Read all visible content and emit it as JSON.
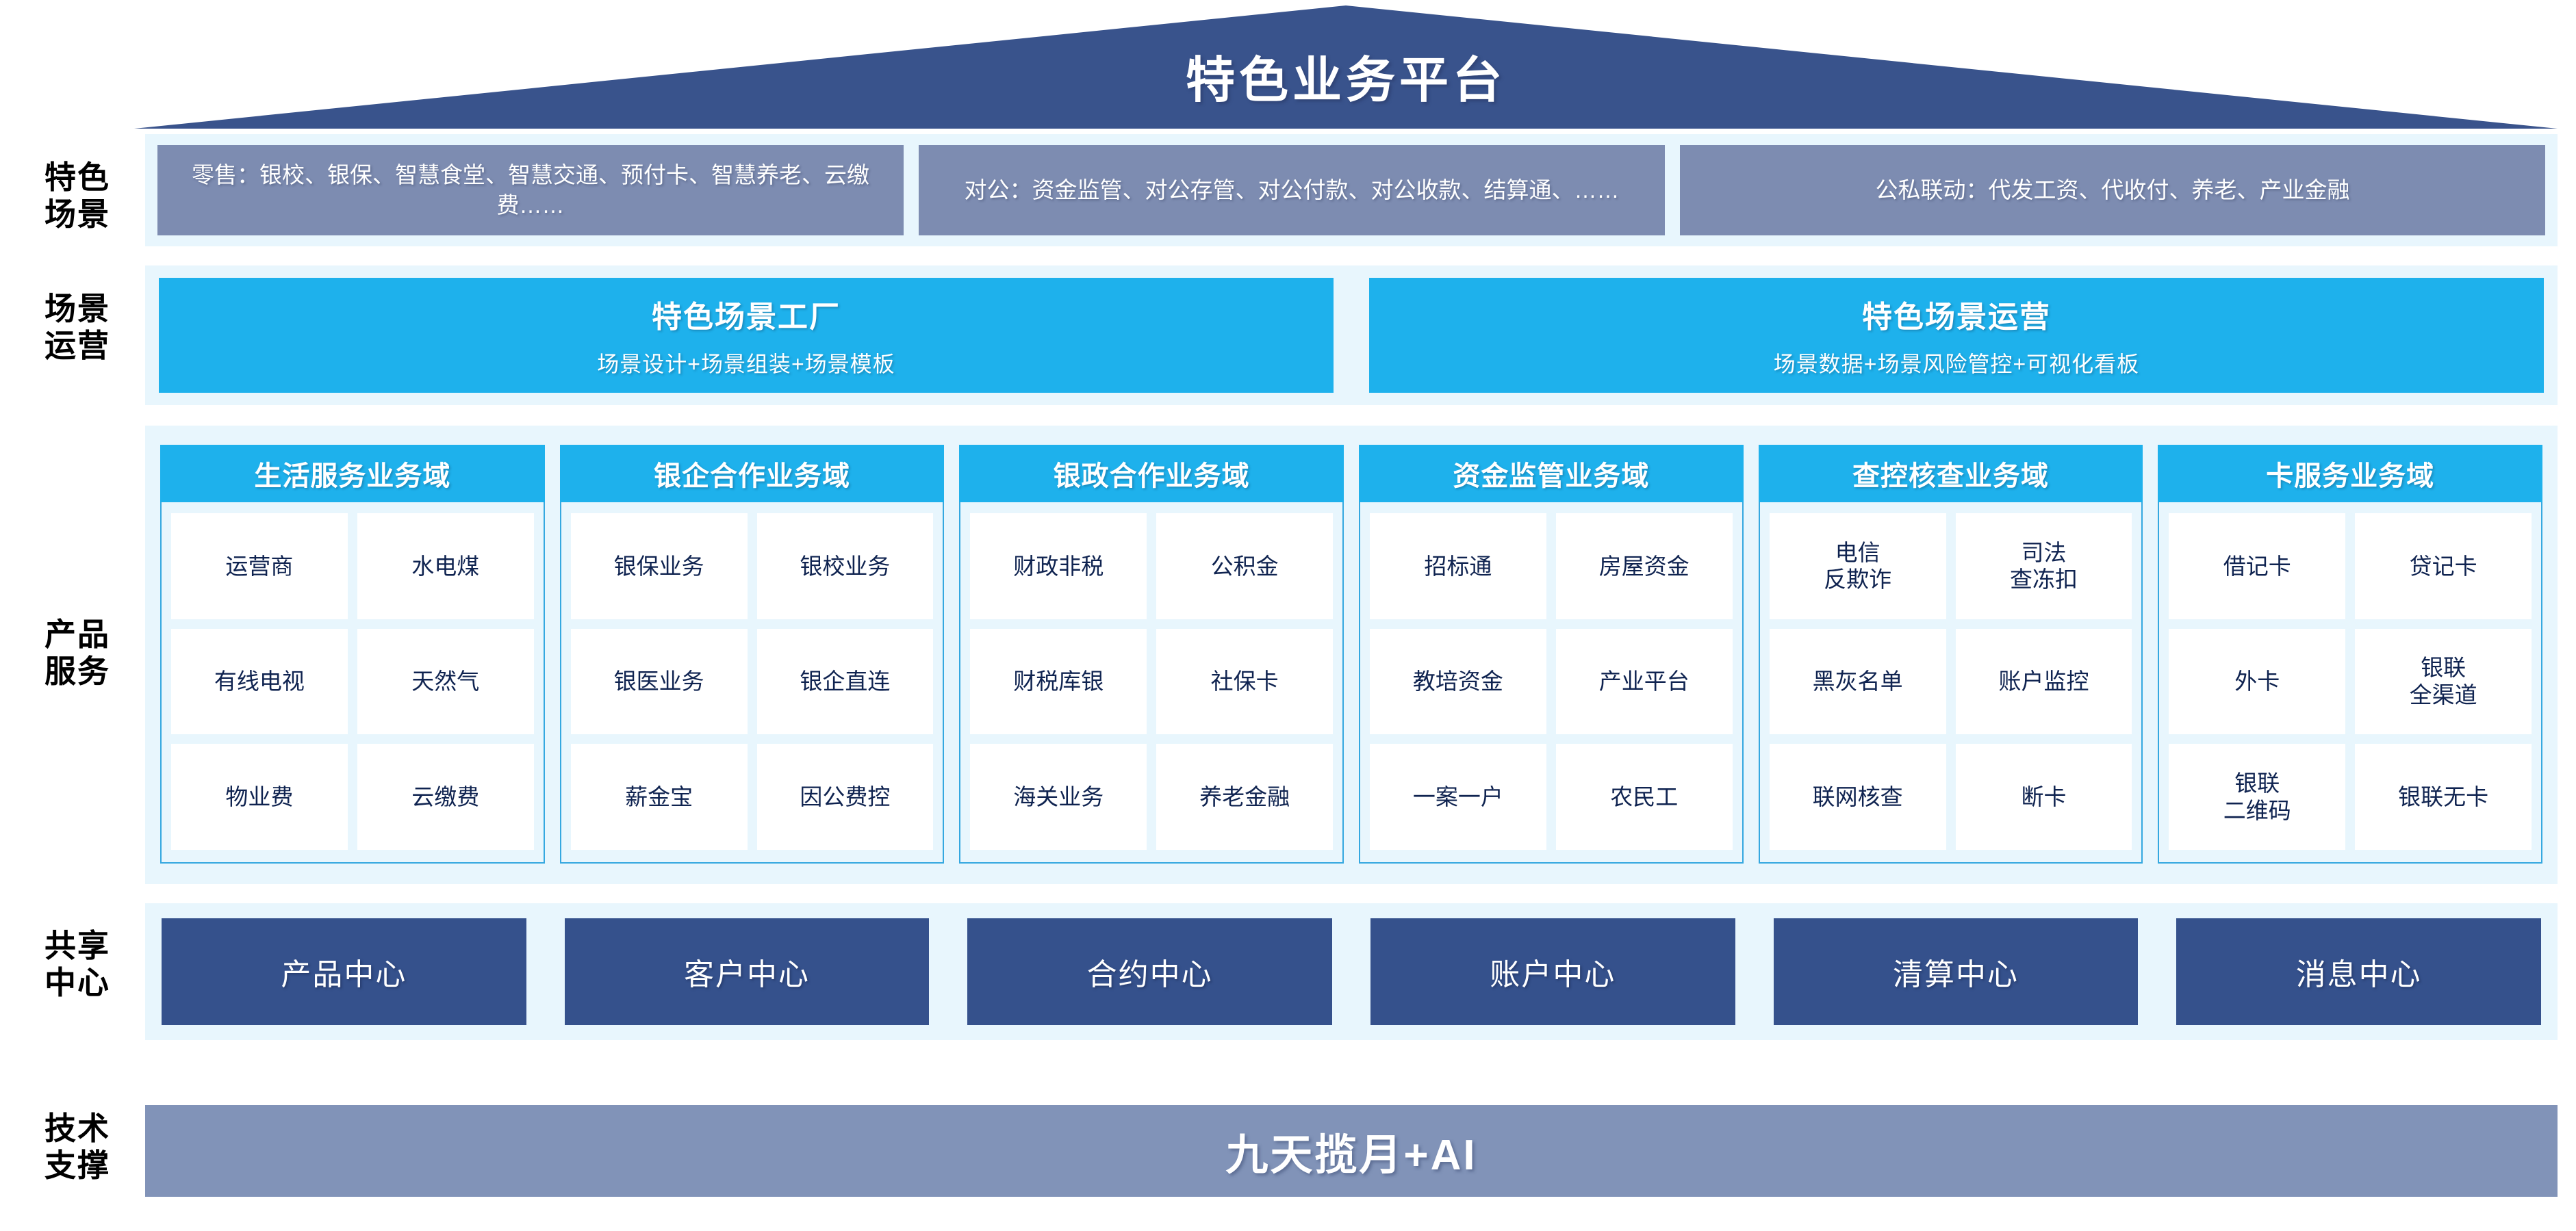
{
  "header": {
    "title": "特色业务平台"
  },
  "row_labels": {
    "scene": "特色\n场景",
    "operation": "场景\n运营",
    "product": "产品\n服务",
    "shared": "共享\n中心",
    "tech": "技术\n支撑"
  },
  "scene_row": {
    "boxes": [
      "零售：银校、银保、智慧食堂、智慧交通、预付卡、智慧养老、云缴费……",
      "对公：资金监管、对公存管、对公付款、对公收款、结算通、……",
      "公私联动：代发工资、代收付、养老、产业金融"
    ]
  },
  "operation_row": {
    "boxes": [
      {
        "title": "特色场景工厂",
        "subtitle": "场景设计+场景组装+场景模板"
      },
      {
        "title": "特色场景运营",
        "subtitle": "场景数据+场景风险管控+可视化看板"
      }
    ]
  },
  "product_row": {
    "domains": [
      {
        "title": "生活服务业务域",
        "items": [
          "运营商",
          "水电煤",
          "有线电视",
          "天然气",
          "物业费",
          "云缴费"
        ]
      },
      {
        "title": "银企合作业务域",
        "items": [
          "银保业务",
          "银校业务",
          "银医业务",
          "银企直连",
          "薪金宝",
          "因公费控"
        ]
      },
      {
        "title": "银政合作业务域",
        "items": [
          "财政非税",
          "公积金",
          "财税库银",
          "社保卡",
          "海关业务",
          "养老金融"
        ]
      },
      {
        "title": "资金监管业务域",
        "items": [
          "招标通",
          "房屋资金",
          "教培资金",
          "产业平台",
          "一案一户",
          "农民工"
        ]
      },
      {
        "title": "查控核查业务域",
        "items": [
          "电信\n反欺诈",
          "司法\n查冻扣",
          "黑灰名单",
          "账户监控",
          "联网核查",
          "断卡"
        ]
      },
      {
        "title": "卡服务业务域",
        "items": [
          "借记卡",
          "贷记卡",
          "外卡",
          "银联\n全渠道",
          "银联\n二维码",
          "银联无卡"
        ]
      }
    ]
  },
  "shared_row": {
    "boxes": [
      "产品中心",
      "客户中心",
      "合约中心",
      "账户中心",
      "清算中心",
      "消息中心"
    ]
  },
  "tech_row": {
    "title": "九天揽月+AI"
  },
  "colors": {
    "roof_navy": "#39538c",
    "band_bg": "#e8f6fd",
    "scene_box": "#7d8cb1",
    "cyan": "#1eb1ec",
    "domain_border": "#35a8e0",
    "shared_navy": "#35518c",
    "tech_slate": "#8193b8",
    "cell_text": "#0f2350"
  }
}
